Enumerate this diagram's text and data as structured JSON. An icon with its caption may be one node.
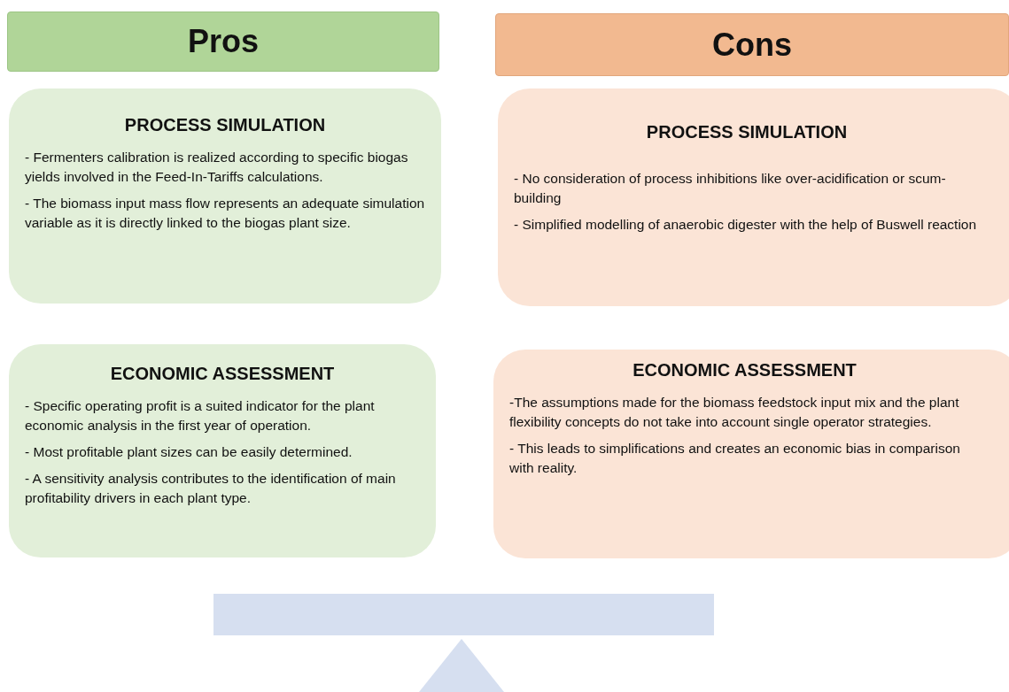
{
  "diagram": {
    "nodes": [
      {
        "text": [
          "Pros"
        ]
      },
      {
        "text": [
          "Cons"
        ]
      },
      {
        "text": [
          "PROCESS SIMULATION",
          "- Fermenters calibration is realized according to specific biogas yields involved in the Feed-In-Tariffs calculations.",
          "- The biomass input mass flow represents an adequate simulation variable as it is directly linked to the biogas plant size."
        ]
      },
      {
        "text": [
          "PROCESS SIMULATION",
          "- No consideration of process inhibitions like over-acidification or scum-building",
          "- Simplified modelling of anaerobic digester with the help of Buswell reaction"
        ]
      },
      {
        "text": [
          "ECONOMIC ASSESSMENT",
          "- Specific operating profit is a suited indicator for the plant economic analysis in the first year of operation.",
          "- Most profitable plant sizes can be easily determined.",
          "- A sensitivity analysis contributes to the identification of main profitability drivers in each plant type."
        ]
      },
      {
        "text": [
          "ECONOMIC ASSESSMENT",
          "-The assumptions made for the biomass feedstock input mix and the plant flexibility concepts do not take into account single operator strategies.",
          "- This leads to simplifications and creates an economic bias in comparison with reality."
        ]
      }
    ]
  }
}
